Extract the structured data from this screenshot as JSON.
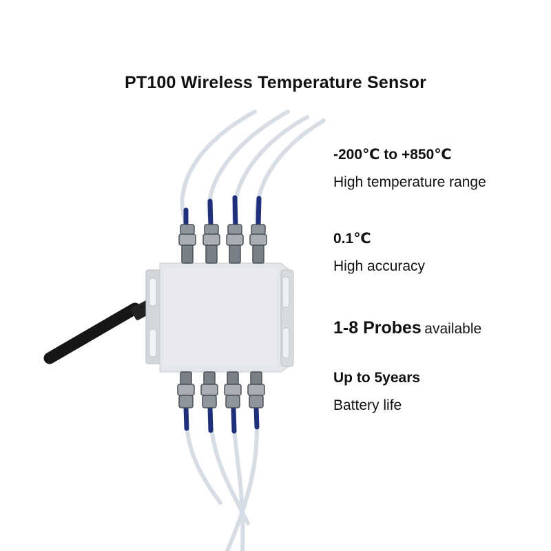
{
  "title": "PT100 Wireless Temperature Sensor",
  "specs": [
    {
      "head": "-200℃ to +850℃",
      "sub": "High temperature range"
    },
    {
      "head": "0.1℃",
      "sub": "High accuracy"
    },
    {
      "head_big": "1-8 Probes",
      "head_small": "available"
    },
    {
      "head": "Up to 5years",
      "sub": "Battery life"
    }
  ],
  "colors": {
    "cable": "#d6dde5",
    "probe_band": "#1f2f7a",
    "enclosure": "#e3e6ea",
    "antenna": "#161616"
  }
}
